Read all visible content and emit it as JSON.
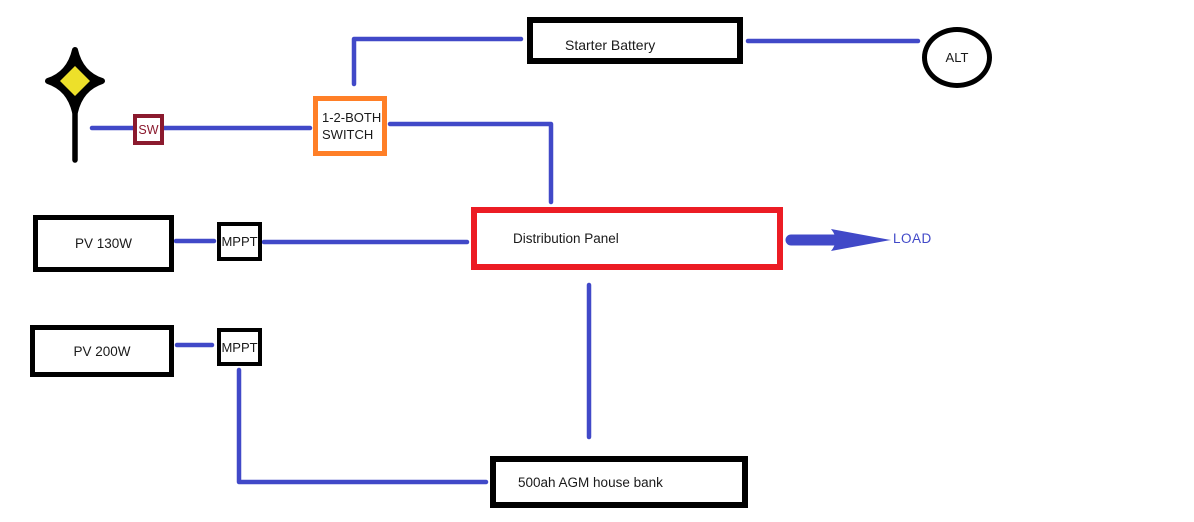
{
  "nodes": {
    "starter_battery": {
      "label": "Starter Battery"
    },
    "alternator": {
      "label": "ALT"
    },
    "inline_switch": {
      "label": "SW"
    },
    "battery_switch": {
      "label_line1": "1-2-BOTH",
      "label_line2": "SWITCH"
    },
    "pv_130": {
      "label": "PV 130W"
    },
    "mppt_1": {
      "label": "MPPT"
    },
    "distribution_panel": {
      "label": "Distribution Panel"
    },
    "pv_200": {
      "label": "PV 200W"
    },
    "mppt_2": {
      "label": "MPPT"
    },
    "house_bank": {
      "label": "500ah AGM house bank"
    },
    "load": {
      "label": "LOAD"
    }
  },
  "icons": {
    "wind_generator_star": "four-point-star-with-mast"
  },
  "colors": {
    "wire_blue": "#4149C8",
    "panel_red": "#EC1C24",
    "switch_orange": "#FF7F27",
    "sw_maroon": "#8B1A2E",
    "box_black": "#000000",
    "star_black": "#000000",
    "star_yellow": "#EDE02A",
    "load_blue": "#4149C8"
  }
}
